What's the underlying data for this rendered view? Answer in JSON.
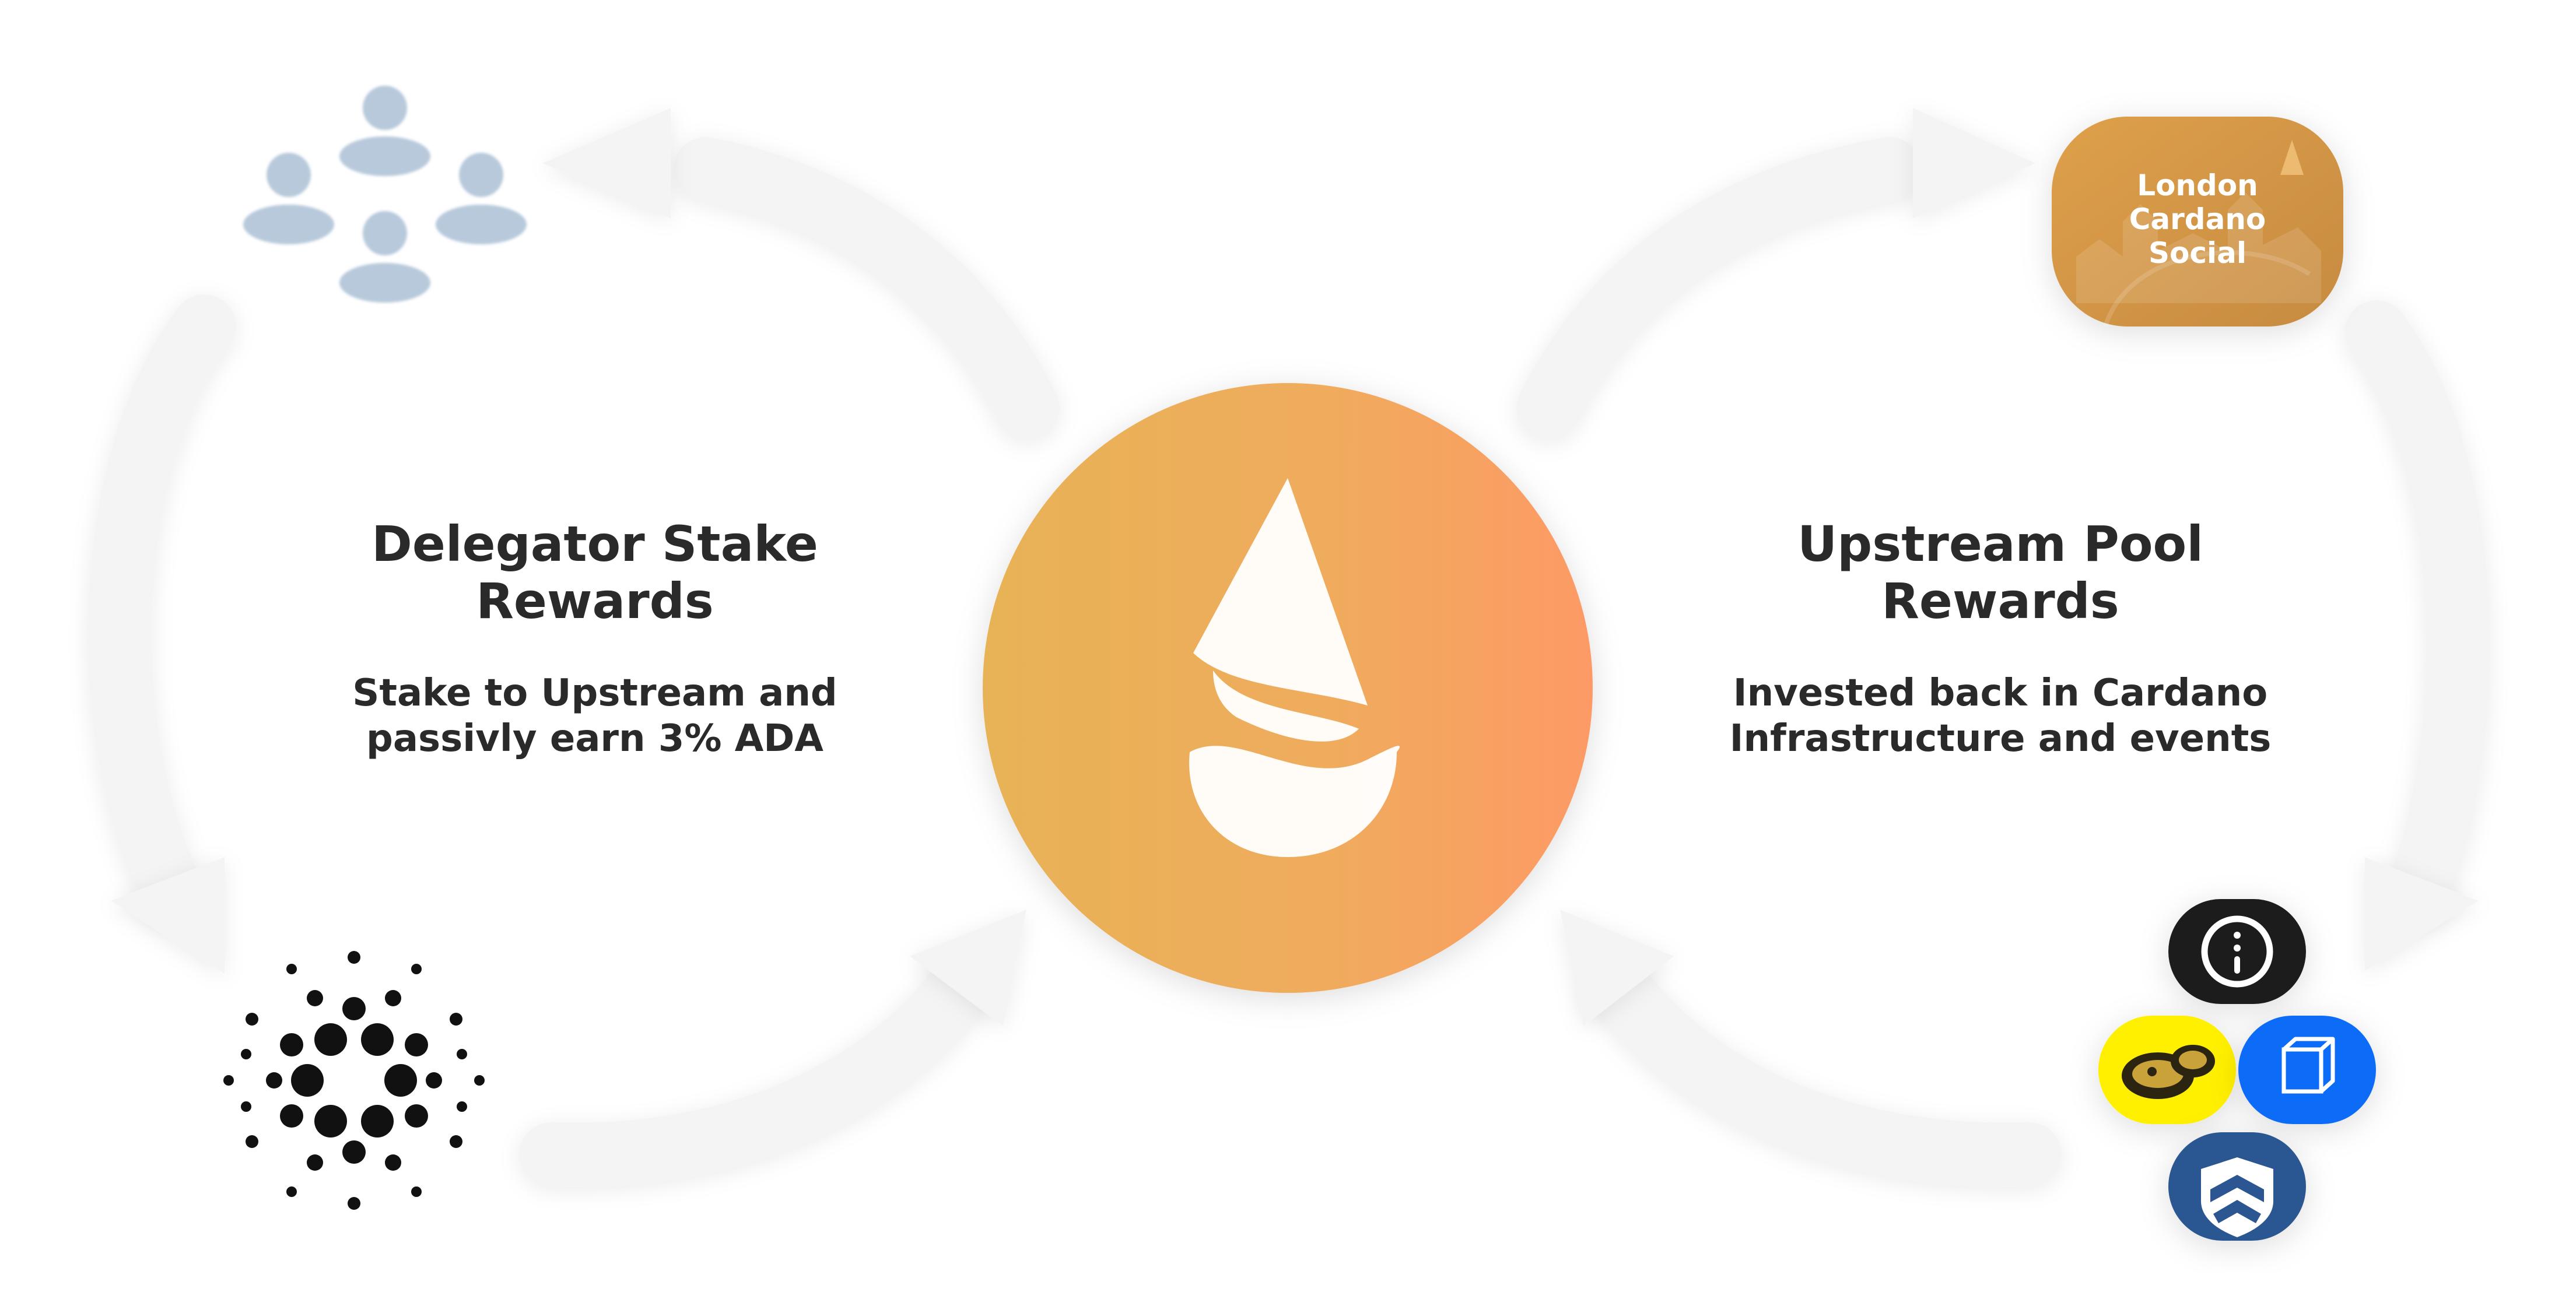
{
  "left_panel": {
    "title_line1": "Delegator Stake",
    "title_line2": "Rewards",
    "desc_line1": "Stake to Upstream and",
    "desc_line2": "passivly earn 3% ADA"
  },
  "right_panel": {
    "title_line1": "Upstream Pool",
    "title_line2": "Rewards",
    "desc_line1": "Invested back in Cardano",
    "desc_line2": "Infrastructure and events"
  },
  "london_badge": {
    "line1": "London",
    "line2": "Cardano",
    "line3": "Social"
  },
  "icons": {
    "center": "upstream-drop-logo-icon",
    "delegators": "delegator-group-icon",
    "cardano": "cardano-logo-icon",
    "london": "london-cardano-social-badge",
    "projects": [
      "info-ring-icon",
      "yellow-snake-logo-icon",
      "ice-cube-logo-icon",
      "shield-chevron-logo-icon"
    ]
  },
  "colors": {
    "center_gradient_start": "#e8b257",
    "center_gradient_end": "#fd9a66",
    "arrow": "#f4f4f4",
    "people": "#b7c9db",
    "london_start": "#dea04a",
    "london_end": "#c78b41",
    "text": "#2a2a2a"
  }
}
